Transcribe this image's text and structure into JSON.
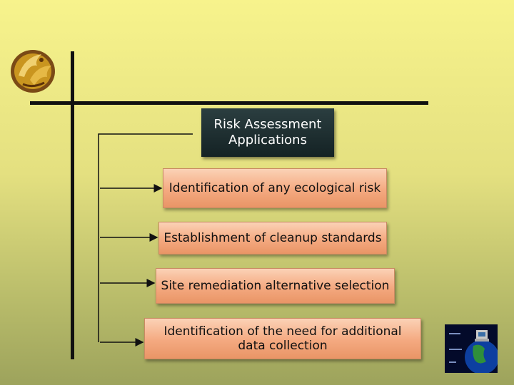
{
  "diagram": {
    "title": "Risk Assessment Applications",
    "items": [
      "Identification of any ecological risk",
      "Establishment of cleanup standards",
      "Site remediation alternative selection",
      "Identification of the need for additional data collection"
    ]
  },
  "colors": {
    "background_top": "#f7f38c",
    "background_bottom": "#9da35c",
    "title_box": "#1e2f31",
    "item_box": "#f4a980",
    "lines": "#111111"
  },
  "icons": {
    "logo": "pegasus-logo-icon",
    "corner": "globe-computer-icon"
  }
}
